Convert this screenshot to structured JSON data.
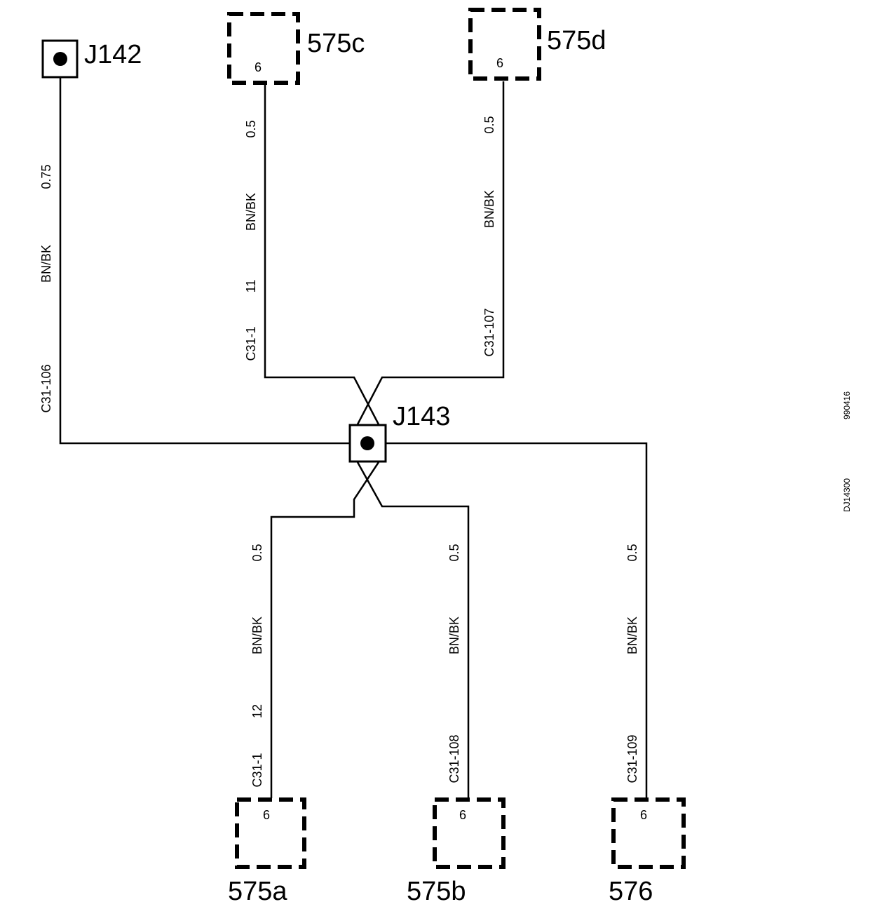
{
  "splices": {
    "j142": {
      "label": "J142"
    },
    "j143": {
      "label": "J143"
    }
  },
  "connectors": {
    "c575c": {
      "label": "575c",
      "pin": "6"
    },
    "c575d": {
      "label": "575d",
      "pin": "6"
    },
    "c575a": {
      "label": "575a",
      "pin": "6"
    },
    "c575b": {
      "label": "575b",
      "pin": "6"
    },
    "c576": {
      "label": "576",
      "pin": "6"
    }
  },
  "wires": {
    "j142": {
      "size": "0.75",
      "color": "BN/BK",
      "circuit": "C31-106"
    },
    "c575c": {
      "size": "0.5",
      "color": "BN/BK",
      "circuit": "C31-1",
      "pin_ref": "11"
    },
    "c575d": {
      "size": "0.5",
      "color": "BN/BK",
      "circuit": "C31-107"
    },
    "c575a": {
      "size": "0.5",
      "color": "BN/BK",
      "circuit": "C31-1",
      "pin_ref": "12"
    },
    "c575b": {
      "size": "0.5",
      "color": "BN/BK",
      "circuit": "C31-108"
    },
    "c576": {
      "size": "0.5",
      "color": "BN/BK",
      "circuit": "C31-109"
    }
  },
  "reference": {
    "code_top": "990416",
    "code_bottom": "DJ14300"
  }
}
